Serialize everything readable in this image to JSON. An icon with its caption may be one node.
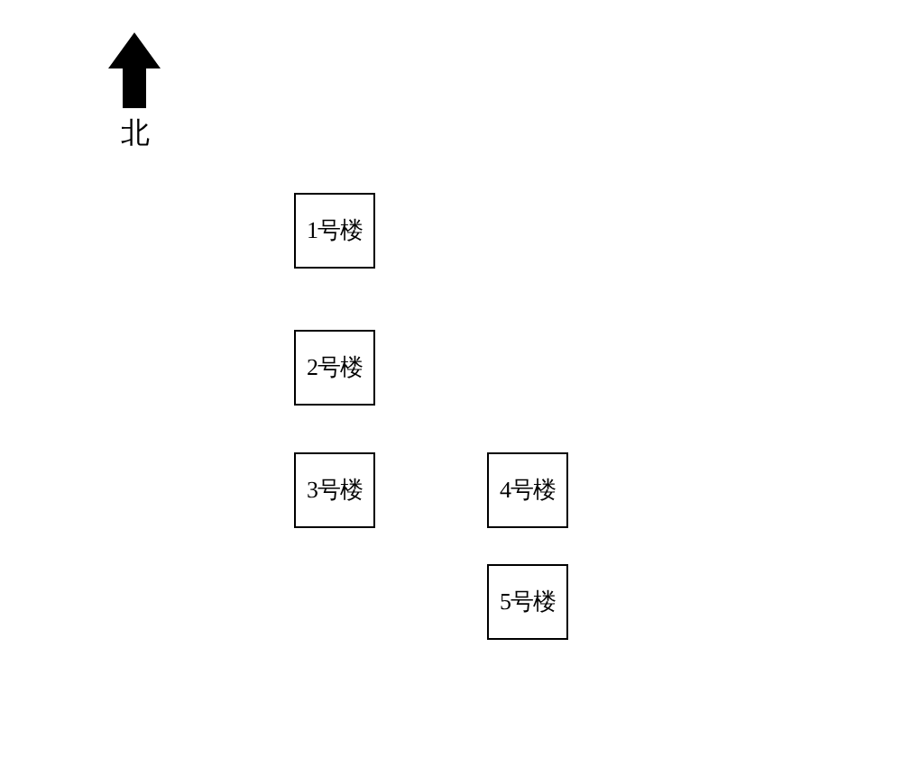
{
  "diagram": {
    "nodes": [
      {
        "text": [
          "1号楼"
        ]
      },
      {
        "text": [
          "2号楼"
        ]
      },
      {
        "text": [
          "3号楼"
        ]
      },
      {
        "text": [
          "4号楼"
        ]
      },
      {
        "text": [
          "5号楼"
        ]
      }
    ],
    "labels": [
      "北"
    ]
  }
}
